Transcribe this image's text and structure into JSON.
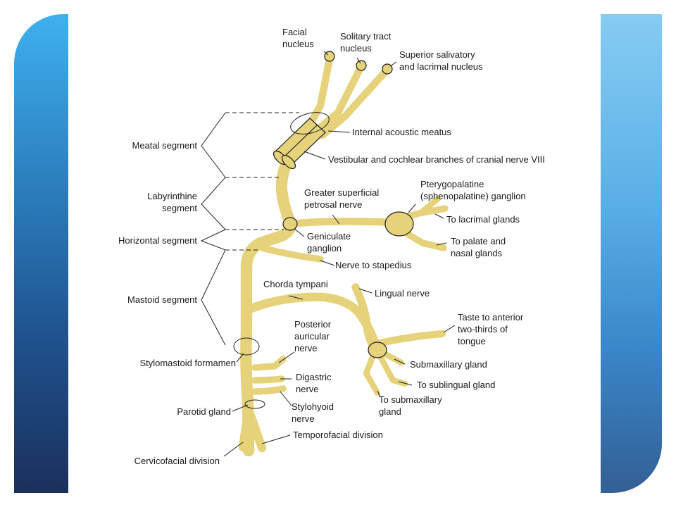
{
  "slide": {
    "colors": {
      "left_panel": "#2a78b8",
      "right_panel": "#5aaee6",
      "nerve_fill": "#e6d27a",
      "outline": "#1d1d1d"
    }
  },
  "labels": {
    "facial_nucleus": [
      "Facial",
      "nucleus"
    ],
    "solitary_tract_nucleus": [
      "Solitary tract",
      "nucleus"
    ],
    "superior_salivatory": [
      "Superior salivatory",
      "and lacrimal nucleus"
    ],
    "internal_acoustic_meatus": [
      "Internal acoustic meatus"
    ],
    "vestibular_cochlear": [
      "Vestibular and cochlear branches of cranial nerve VIII"
    ],
    "meatal_segment": [
      "Meatal segment"
    ],
    "labyrinthine_segment": [
      "Labyrinthine",
      "segment"
    ],
    "greater_superficial_petrosal": [
      "Greater superficial",
      "petrosal nerve"
    ],
    "pterygopalatine_ganglion": [
      "Pterygopalatine",
      "(sphenopalatine) ganglion"
    ],
    "to_lacrimal_glands": [
      "To lacrimal glands"
    ],
    "horizontal_segment": [
      "Horizontal segment"
    ],
    "geniculate_ganglion": [
      "Geniculate",
      "ganglion"
    ],
    "to_palate_nasal": [
      "To palate and",
      "nasal glands"
    ],
    "nerve_to_stapedius": [
      "Nerve to stapedius"
    ],
    "mastoid_segment": [
      "Mastoid segment"
    ],
    "chorda_tympani": [
      "Chorda tympani"
    ],
    "lingual_nerve": [
      "Lingual nerve"
    ],
    "taste_anterior": [
      "Taste to anterior",
      "two-thirds of",
      "tongue"
    ],
    "posterior_auricular": [
      "Posterior",
      "auricular",
      "nerve"
    ],
    "stylomastoid_foramen": [
      "Stylomastoid formamen"
    ],
    "submaxillary_gland": [
      "Submaxillary gland"
    ],
    "digastric_nerve": [
      "Digastric",
      "nerve"
    ],
    "to_sublingual_gland": [
      "To sublingual gland"
    ],
    "stylohyoid_nerve": [
      "Stylohyoid",
      "nerve"
    ],
    "to_submaxillary_gland": [
      "To submaxillary",
      "gland"
    ],
    "parotid_gland": [
      "Parotid gland"
    ],
    "temporofacial_division": [
      "Temporofacial division"
    ],
    "cervicofacial_division": [
      "Cervicofacial division"
    ]
  }
}
